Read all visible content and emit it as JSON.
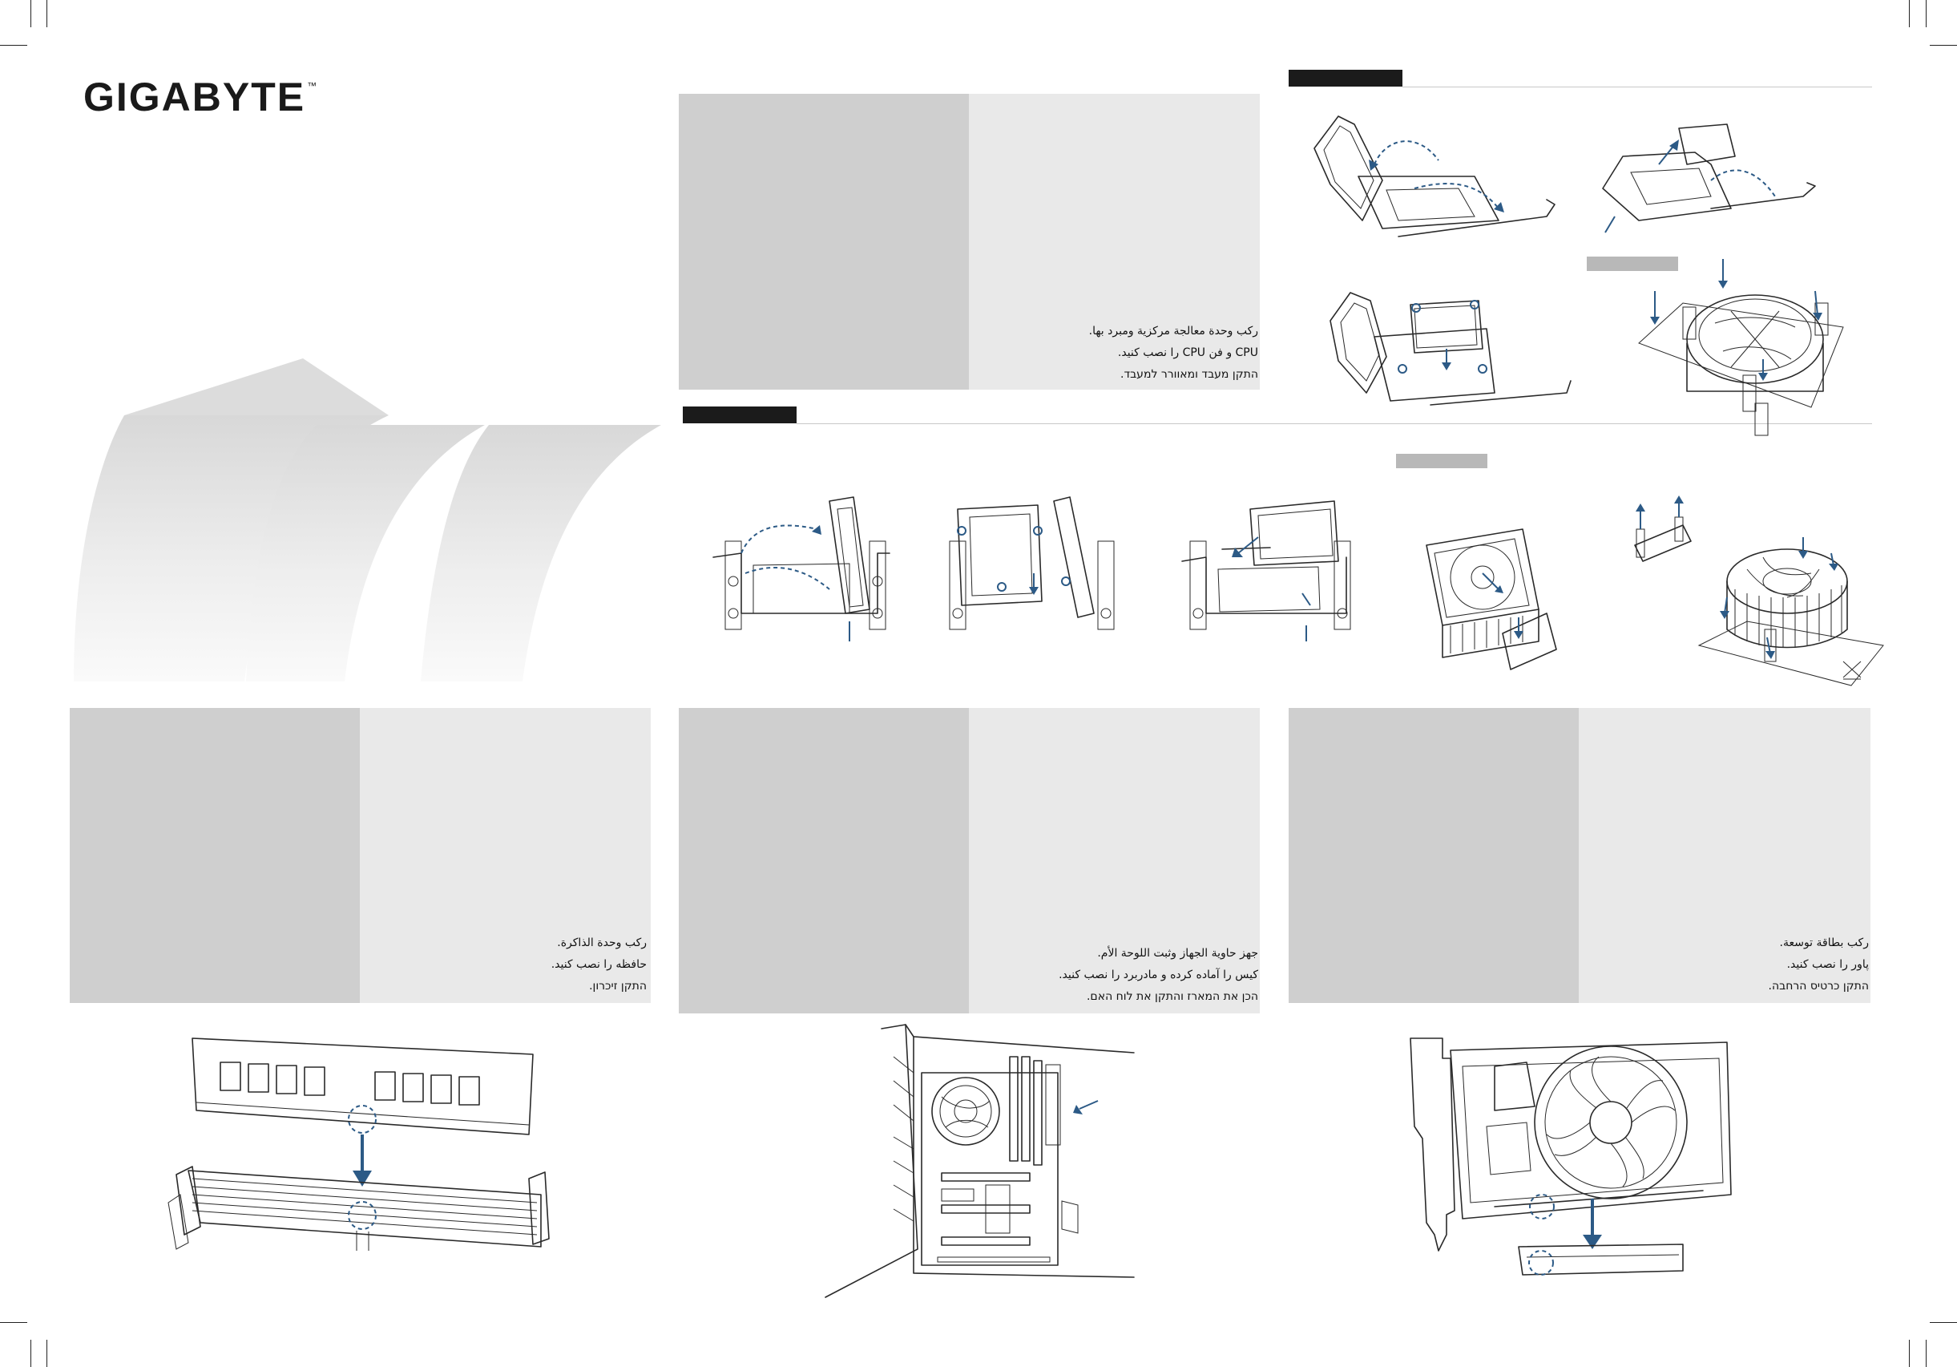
{
  "brand": {
    "logo": "GIGABYTE",
    "trademark": "™"
  },
  "sections": {
    "cpu_cooler": {
      "lines": [
        "ركب وحدة معالجة مركزية ومبرد بها.",
        "CPU و فن CPU را نصب کنید.",
        "התקן מעבד ומאוורר למעבד."
      ]
    },
    "memory": {
      "lines": [
        "ركب وحدة الذاكرة.",
        "حافظه را نصب کنید.",
        "התקן זיכרון."
      ]
    },
    "chassis": {
      "lines": [
        "جهز حاوية الجهاز وثبت اللوحة الأم.",
        "کیس را آماده کرده و مادربرد را نصب کنید.",
        "הכן את המארז והתקן את לוח האם."
      ]
    },
    "expansion": {
      "lines": [
        "ركب بطاقة توسعة.",
        "پاور را نصب کنید.",
        "התקן כרטיס הרחבה."
      ]
    }
  },
  "icons": {
    "intel_socket_steps": [
      "cpu-socket-open-icon",
      "cpu-socket-lid-icon",
      "cpu-insert-icon",
      "intel-cooler-icon"
    ],
    "amd_socket_steps": [
      "amd-socket-open-icon",
      "amd-cpu-insert-icon",
      "amd-socket-close-icon",
      "amd-cooler-clip-icon",
      "amd-bracket-icon",
      "amd-wraith-cooler-icon"
    ],
    "install_steps": [
      "dimm-install-icon",
      "chassis-install-icon",
      "graphics-card-install-icon"
    ]
  },
  "colors": {
    "panel_dark": "#cfcfcf",
    "panel_light": "#e9e9e9",
    "tab_black": "#1b1b1b",
    "tab_gray": "#b8b8b8",
    "arrow_blue": "#2c5a86"
  }
}
